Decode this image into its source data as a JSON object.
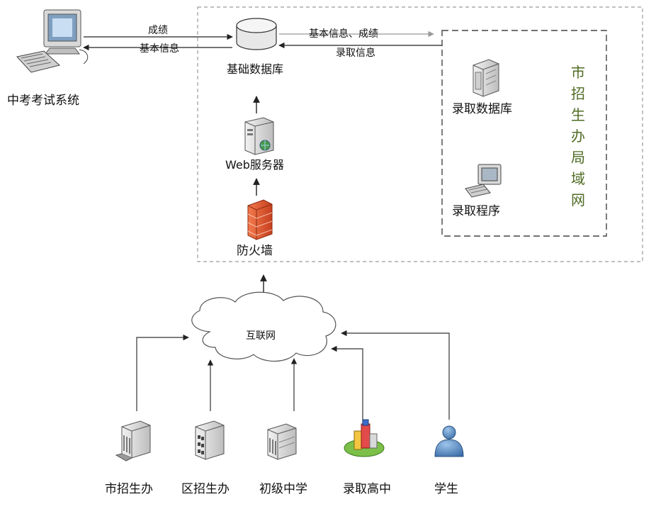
{
  "nodes": {
    "exam_system": "中考考试系统",
    "base_db": "基础数据库",
    "web_server": "Web服务器",
    "firewall": "防火墙",
    "internet": "互联网",
    "admission_db": "录取数据库",
    "admission_program": "录取程序",
    "city_office": "市招生办",
    "district_office": "区招生办",
    "junior_school": "初级中学",
    "admission_high": "录取高中",
    "student": "学生"
  },
  "lan_label": [
    "市",
    "招",
    "生",
    "办",
    "局",
    "域",
    "网"
  ],
  "edges": {
    "scores": "成绩",
    "basic_info": "基本信息",
    "basic_info_scores": "基本信息、成绩",
    "admission_info": "录取信息"
  },
  "colors": {
    "lan_label": "#4f6b23",
    "firewall": "#e0552b",
    "dashed_border": "#9a9a9a"
  }
}
